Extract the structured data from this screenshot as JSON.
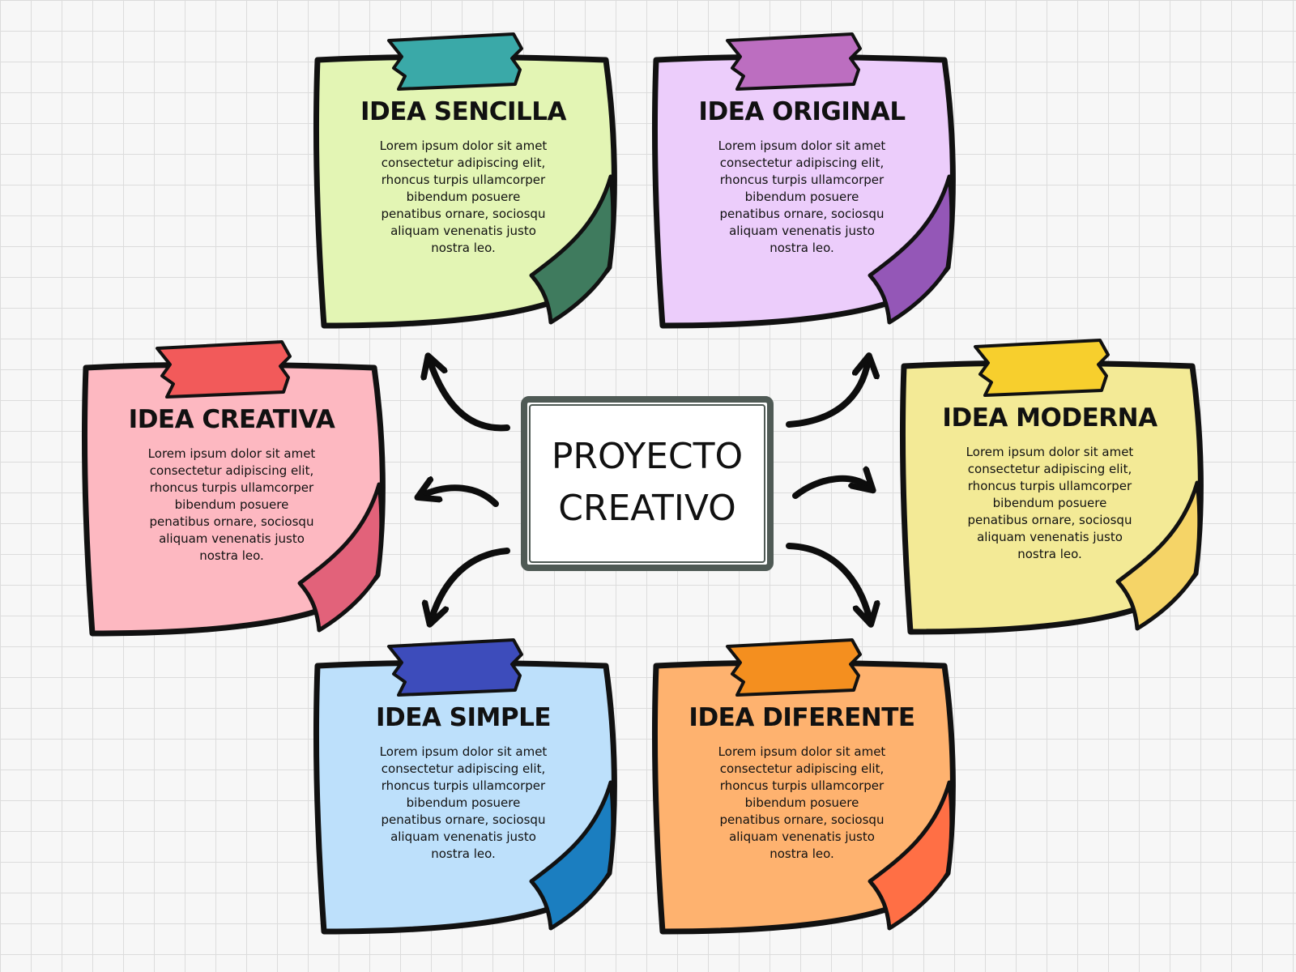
{
  "center": {
    "title": "PROYECTO\nCREATIVO"
  },
  "notes": [
    {
      "id": "sencilla",
      "title": "IDEA SENCILLA",
      "body": "Lorem ipsum dolor sit amet\nconsectetur adipiscing elit,\nrhoncus turpis ullamcorper\nbibendum posuere\npenatibus ornare, sociosqu\naliquam venenatis justo\nnostra leo.",
      "paper_color": "#e3f5b4",
      "tape_color": "#3aa9a8",
      "curl_color": "#3f7b5e"
    },
    {
      "id": "original",
      "title": "IDEA ORIGINAL",
      "body": "Lorem ipsum dolor sit amet\nconsectetur adipiscing elit,\nrhoncus turpis ullamcorper\nbibendum posuere\npenatibus ornare, sociosqu\naliquam venenatis justo\nnostra leo.",
      "paper_color": "#eccdfb",
      "tape_color": "#bc6ec0",
      "curl_color": "#9457b7"
    },
    {
      "id": "creativa",
      "title": "IDEA CREATIVA",
      "body": "Lorem ipsum dolor sit amet\nconsectetur adipiscing elit,\nrhoncus turpis ullamcorper\nbibendum posuere\npenatibus ornare, sociosqu\naliquam venenatis justo\nnostra leo.",
      "paper_color": "#fdb8c1",
      "tape_color": "#f25a5a",
      "curl_color": "#e2627a"
    },
    {
      "id": "moderna",
      "title": "IDEA MODERNA",
      "body": "Lorem ipsum dolor sit amet\nconsectetur adipiscing elit,\nrhoncus turpis ullamcorper\nbibendum posuere\npenatibus ornare, sociosqu\naliquam venenatis justo\nnostra leo.",
      "paper_color": "#f3ea96",
      "tape_color": "#f7cf2d",
      "curl_color": "#f5d467"
    },
    {
      "id": "simple",
      "title": "IDEA SIMPLE",
      "body": "Lorem ipsum dolor sit amet\nconsectetur adipiscing elit,\nrhoncus turpis ullamcorper\nbibendum posuere\npenatibus ornare, sociosqu\naliquam venenatis justo\nnostra leo.",
      "paper_color": "#bde0fb",
      "tape_color": "#3d4cbb",
      "curl_color": "#1b7ec0"
    },
    {
      "id": "diferente",
      "title": "IDEA DIFERENTE",
      "body": "Lorem ipsum dolor sit amet\nconsectetur adipiscing elit,\nrhoncus turpis ullamcorper\nbibendum posuere\npenatibus ornare, sociosqu\naliquam venenatis justo\nnostra leo.",
      "paper_color": "#feb26f",
      "tape_color": "#f48f1f",
      "curl_color": "#ff6f45"
    }
  ],
  "colors": {
    "outline": "#111111",
    "frame": "#4f5a55",
    "arrow": "#0d0d0d"
  }
}
